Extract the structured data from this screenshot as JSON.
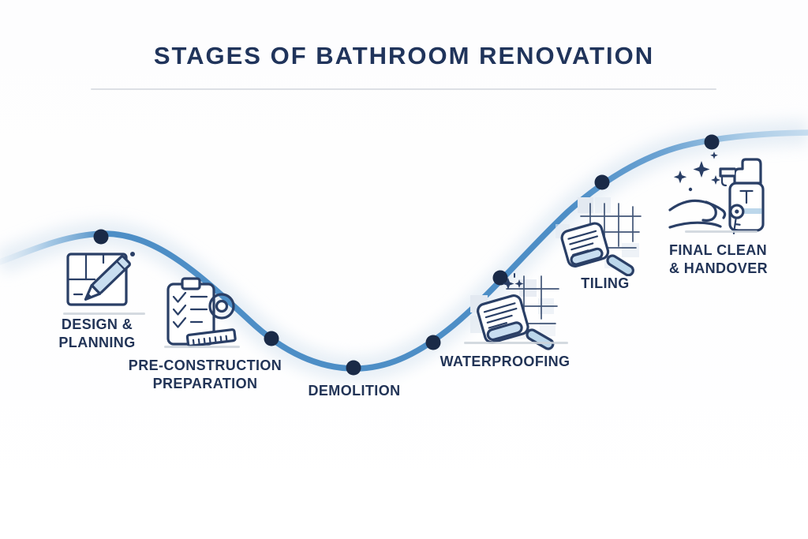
{
  "title": "STAGES OF BATHROOM RENOVATION",
  "colors": {
    "accent_blue": "#4d8ec6",
    "curve_fade_blue": "#c2daee",
    "dot_navy": "#1a2a47",
    "text_navy": "#223457",
    "divider_gray": "#dde0e5",
    "tile_gray_blue": "#e3e9f1"
  },
  "timeline": {
    "dot_count": 7,
    "stage_count": 6
  },
  "stages": [
    {
      "id": "design-planning",
      "label_line1": "DESIGN &",
      "label_line2": "PLANNING",
      "icon": "blueprint-pencil-icon"
    },
    {
      "id": "pre-construction",
      "label_line1": "PRE-CONSTRUCTION",
      "label_line2": "PREPARATION",
      "icon": "clipboard-checklist-icon"
    },
    {
      "id": "demolition",
      "label_line1": "DEMOLITION",
      "label_line2": "",
      "icon": ""
    },
    {
      "id": "waterproofing",
      "label_line1": "WATERPROOFING",
      "label_line2": "",
      "icon": "waterproofing-trowel-icon"
    },
    {
      "id": "tiling",
      "label_line1": "TILING",
      "label_line2": "",
      "icon": "tiling-trowel-icon"
    },
    {
      "id": "final-clean-handover",
      "label_line1": "FINAL CLEAN",
      "label_line2": "& HANDOVER",
      "icon": "spray-bottle-hand-key-icon"
    }
  ]
}
